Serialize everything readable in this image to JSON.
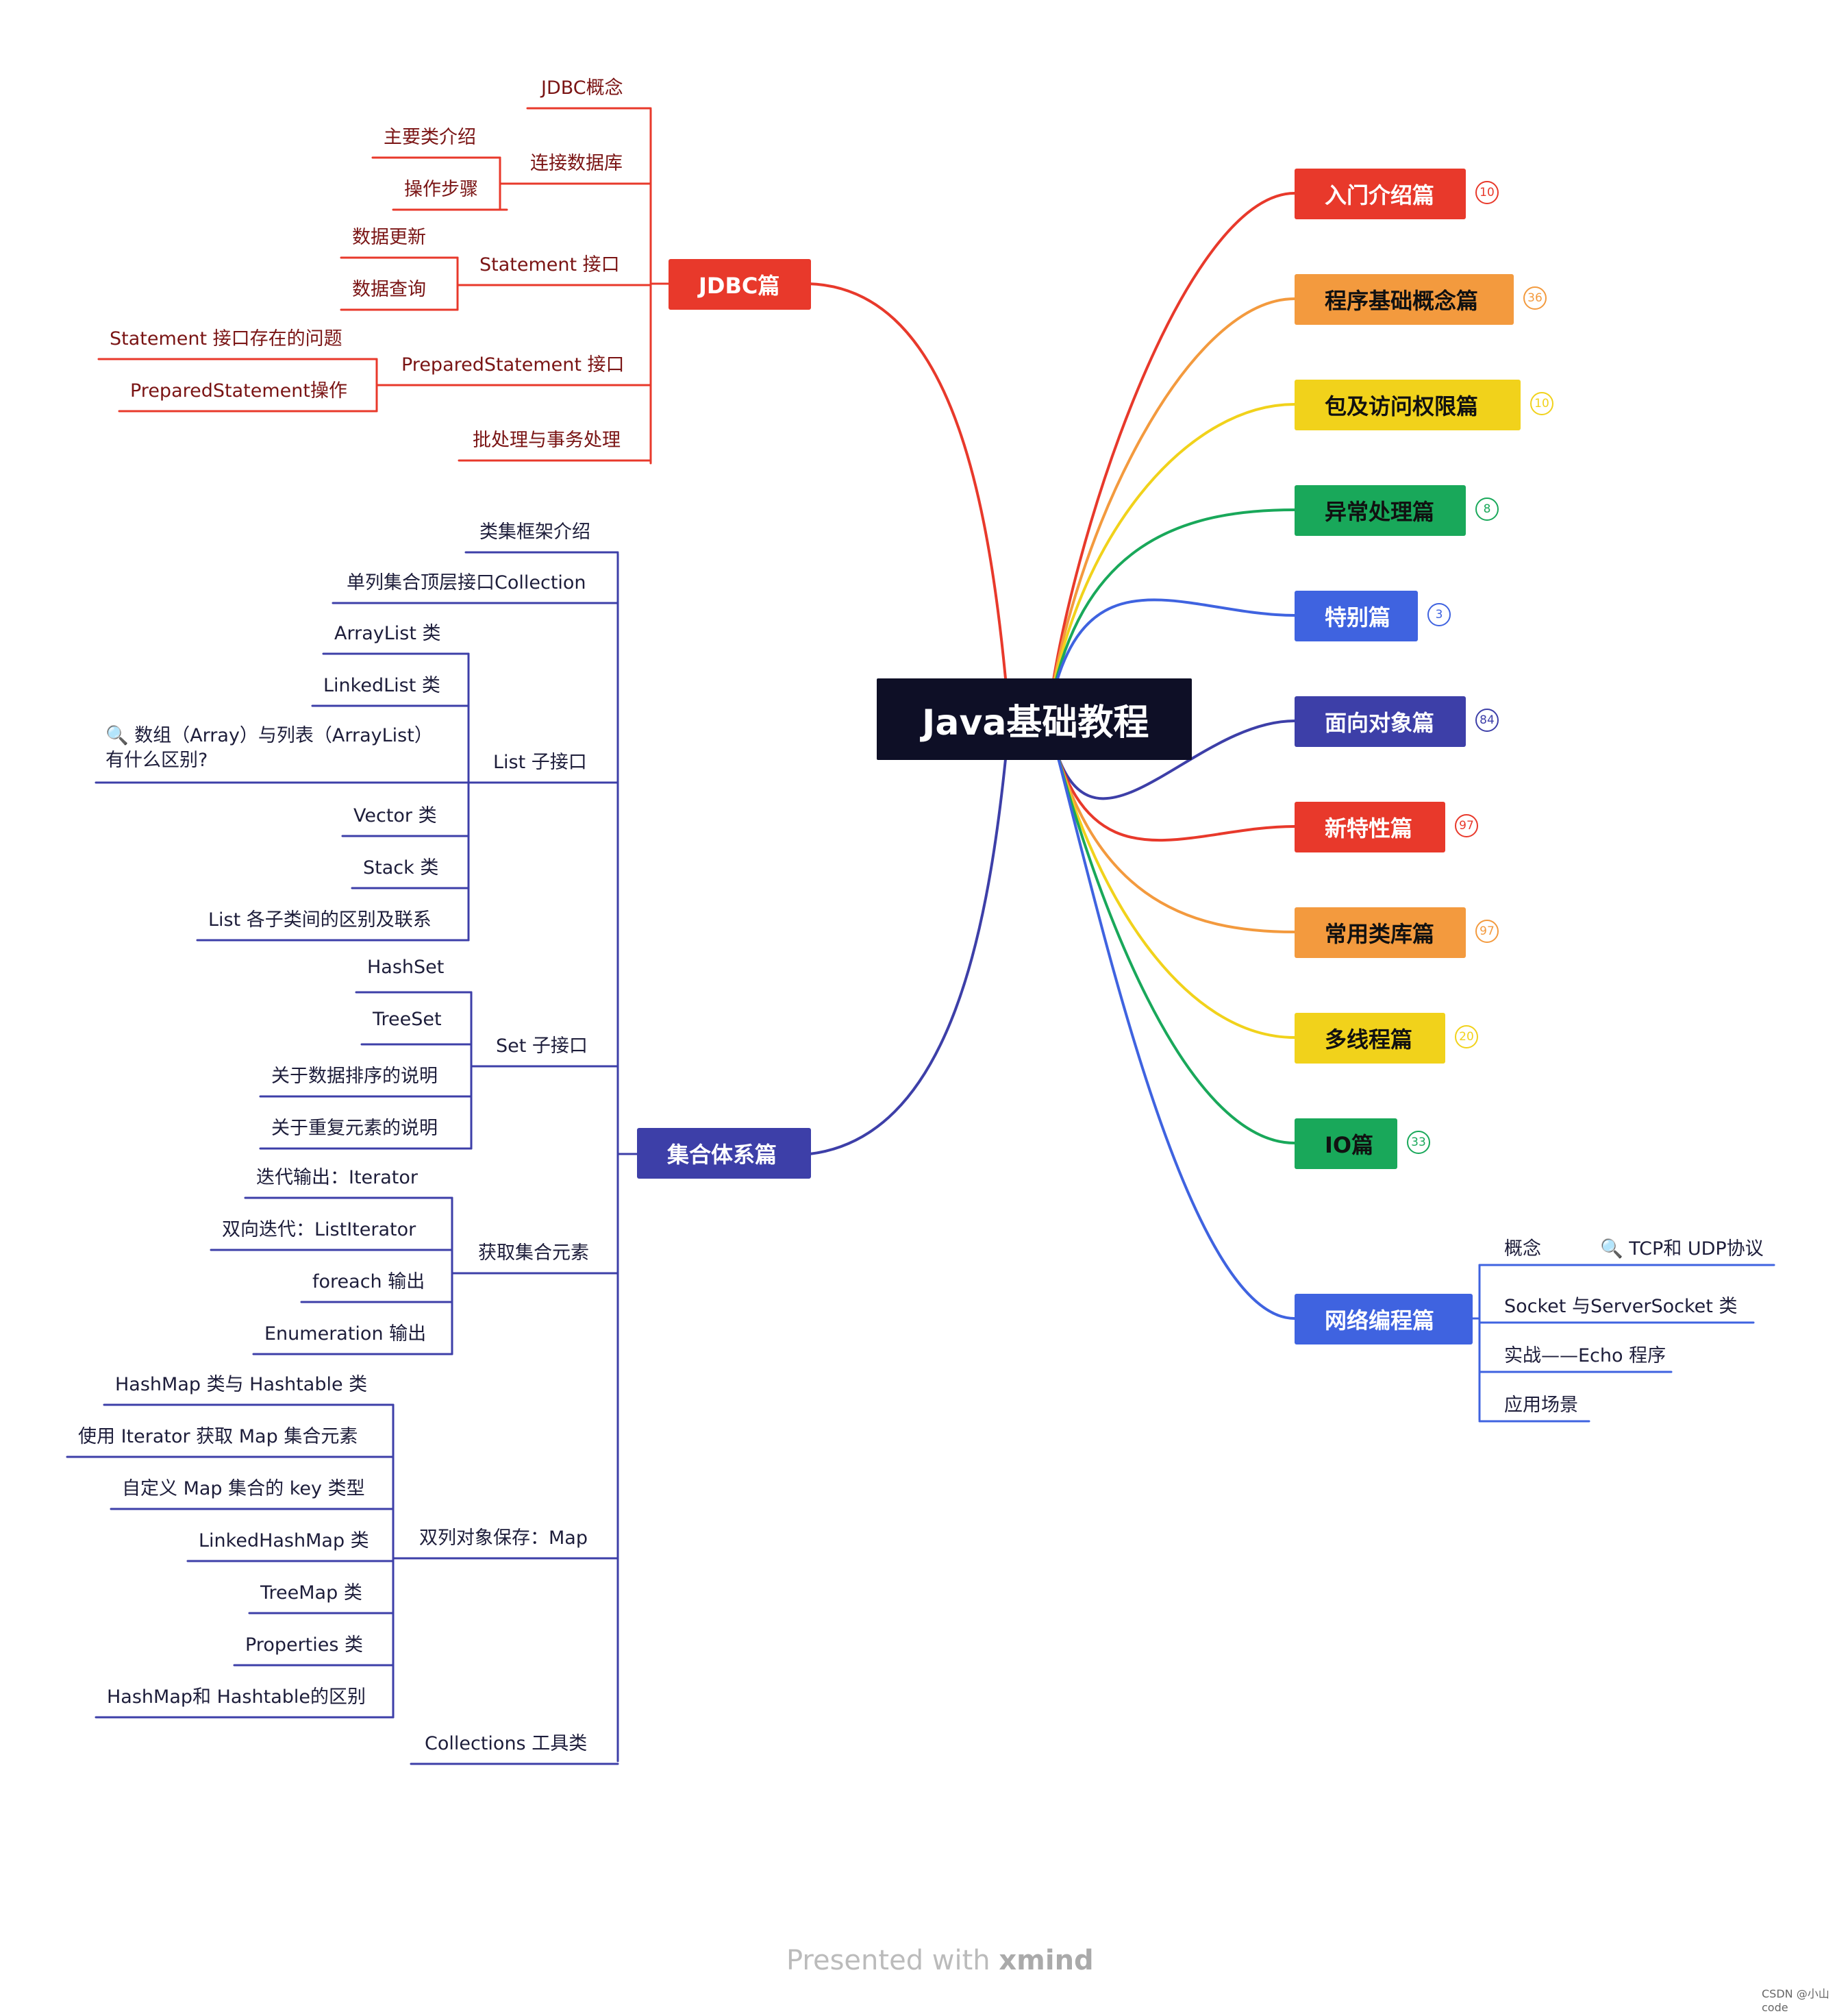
{
  "root": "Java基础教程",
  "right_topics": [
    {
      "label": "入门介绍篇",
      "count": "10",
      "color": "#e8392b",
      "text_color": "#ffffff"
    },
    {
      "label": "程序基础概念篇",
      "count": "36",
      "color": "#f39a3e",
      "text_color": "#111111"
    },
    {
      "label": "包及访问权限篇",
      "count": "10",
      "color": "#f1d21b",
      "text_color": "#111111"
    },
    {
      "label": "异常处理篇",
      "count": "8",
      "color": "#19a85a",
      "text_color": "#111111"
    },
    {
      "label": "特别篇",
      "count": "3",
      "color": "#3f63e0",
      "text_color": "#ffffff"
    },
    {
      "label": "面向对象篇",
      "count": "84",
      "color": "#3d3fa8",
      "text_color": "#ffffff"
    },
    {
      "label": "新特性篇",
      "count": "97",
      "color": "#e8392b",
      "text_color": "#ffffff"
    },
    {
      "label": "常用类库篇",
      "count": "97",
      "color": "#f39a3e",
      "text_color": "#111111"
    },
    {
      "label": "多线程篇",
      "count": "20",
      "color": "#f1d21b",
      "text_color": "#111111"
    },
    {
      "label": "IO篇",
      "count": "33",
      "color": "#19a85a",
      "text_color": "#111111"
    },
    {
      "label": "网络编程篇",
      "count": "",
      "color": "#3f63e0",
      "text_color": "#ffffff"
    }
  ],
  "network": {
    "children": [
      "概念",
      "Socket 与ServerSocket 类",
      "实战——Echo 程序",
      "应用场景"
    ],
    "concept_child": "🔍 TCP和 UDP协议"
  },
  "jdbc": {
    "label": "JDBC篇",
    "color": "#e8392b",
    "children": [
      {
        "label": "JDBC概念",
        "children": []
      },
      {
        "label": "连接数据库",
        "children": [
          "主要类介绍",
          "操作步骤"
        ]
      },
      {
        "label": "Statement 接口",
        "children": [
          "数据更新",
          "数据查询"
        ]
      },
      {
        "label": "PreparedStatement 接口",
        "children": [
          "Statement 接口存在的问题",
          "PreparedStatement操作"
        ]
      },
      {
        "label": "批处理与事务处理",
        "children": []
      }
    ]
  },
  "collection": {
    "label": "集合体系篇",
    "color": "#3d3fa8",
    "children": [
      {
        "label": "类集框架介绍",
        "children": []
      },
      {
        "label": "单列集合顶层接口Collection",
        "children": []
      },
      {
        "label": "List 子接口",
        "children": [
          "ArrayList 类",
          "LinkedList 类",
          "🔍 数组（Array）与列表（ArrayList）有什么区别?",
          "Vector 类",
          "Stack 类",
          "List 各子类间的区别及联系"
        ]
      },
      {
        "label": "Set 子接口",
        "children": [
          "HashSet",
          "TreeSet",
          "关于数据排序的说明",
          "关于重复元素的说明"
        ]
      },
      {
        "label": "获取集合元素",
        "children": [
          "迭代输出：Iterator",
          "双向迭代：ListIterator",
          "foreach 输出",
          "Enumeration 输出"
        ]
      },
      {
        "label": "双列对象保存：Map",
        "children": [
          "HashMap 类与 Hashtable 类",
          "使用 Iterator 获取 Map 集合元素",
          "自定义 Map 集合的 key 类型",
          "LinkedHashMap 类",
          "TreeMap 类",
          "Properties 类",
          "HashMap和 Hashtable的区别"
        ]
      },
      {
        "label": "Collections 工具类",
        "children": []
      }
    ]
  },
  "footer": {
    "prefix": "Presented with ",
    "brand": "xmind"
  },
  "watermark": "CSDN @小山code"
}
